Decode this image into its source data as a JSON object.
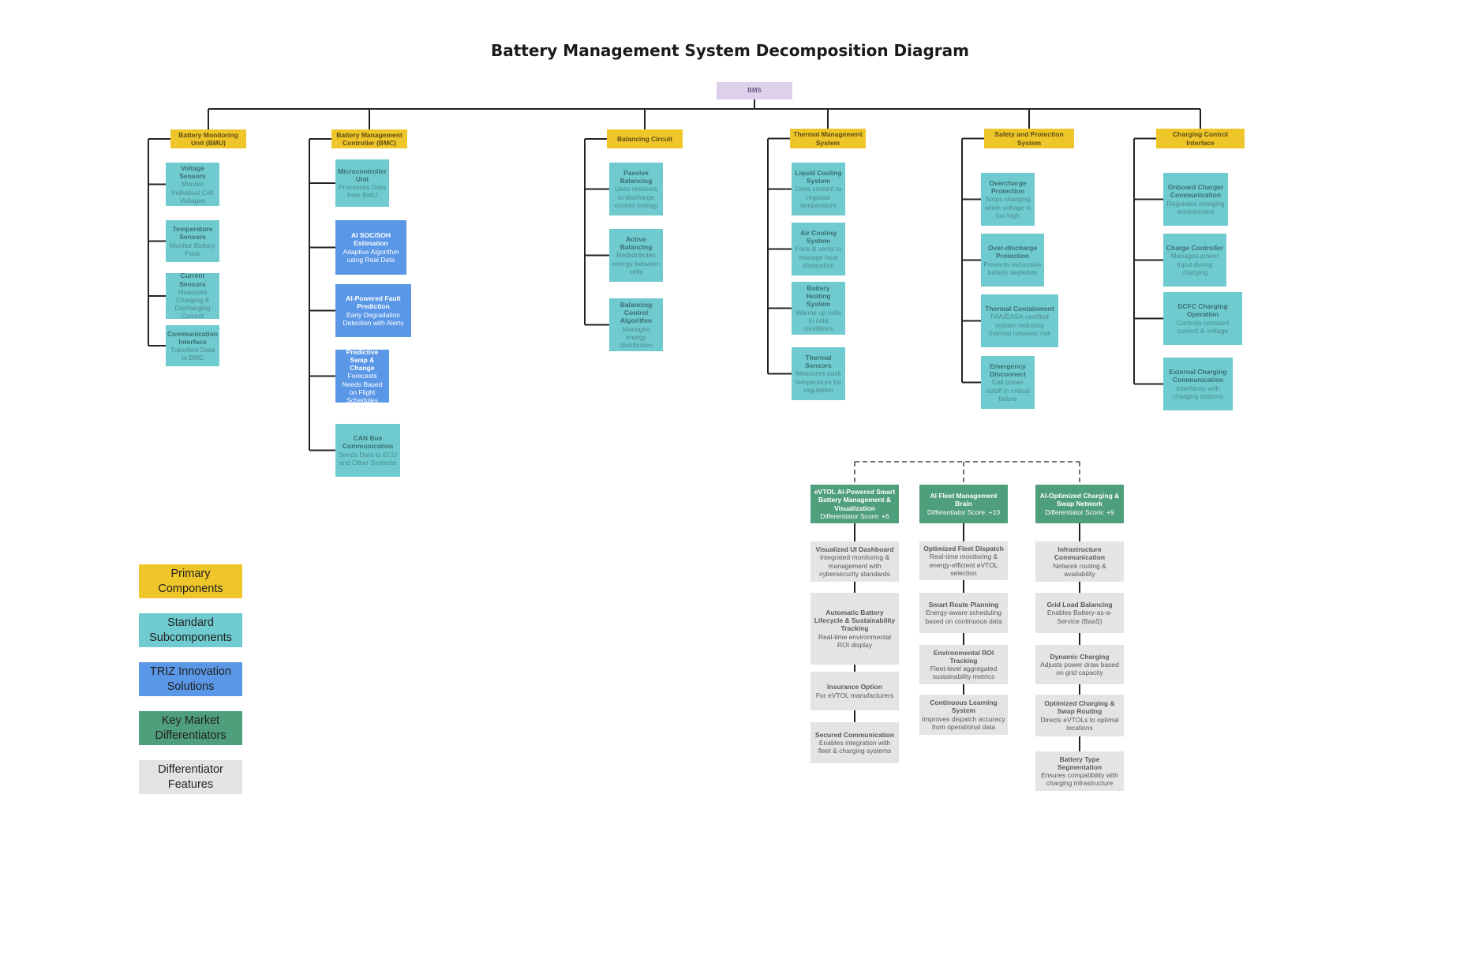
{
  "title": "Battery Management System Decomposition Diagram",
  "root": {
    "label": "BMS"
  },
  "branches": [
    {
      "id": "bmu",
      "title": "Battery Monitoring Unit (BMU)",
      "children": [
        {
          "type": "standard",
          "title": "Voltage Sensors",
          "desc": "Monitor Individual Cell Voltages"
        },
        {
          "type": "standard",
          "title": "Temperature Sensors",
          "desc": "Monitor Battery Pack"
        },
        {
          "type": "standard",
          "title": "Current Sensors",
          "desc": "Measures Charging & Discharging Current"
        },
        {
          "type": "standard",
          "title": "Communication Interface",
          "desc": "Transfers Data to BMC"
        }
      ]
    },
    {
      "id": "bmc",
      "title": "Battery Management Controller (BMC)",
      "children": [
        {
          "type": "standard",
          "title": "Microcontroller Unit",
          "desc": "Processes Data from BMU"
        },
        {
          "type": "triz",
          "title": "AI SOC/SOH Estimation",
          "desc": "Adaptive Algorithm using Real Data"
        },
        {
          "type": "triz",
          "title": "AI-Powered Fault Prediction",
          "desc": "Early Degradation Detection with Alerts"
        },
        {
          "type": "triz",
          "title": "Predictive Swap & Change",
          "desc": "Forecasts Needs Based on Flight Schedules"
        },
        {
          "type": "standard",
          "title": "CAN Bus Communication",
          "desc": "Sends Data to ECU and Other Systems"
        }
      ]
    },
    {
      "id": "balancing",
      "title": "Balancing Circuit",
      "children": [
        {
          "type": "standard",
          "title": "Passive Balancing",
          "desc": "Uses resistors to discharge excess energy"
        },
        {
          "type": "standard",
          "title": "Active Balancing",
          "desc": "Redistributes energy between cells"
        },
        {
          "type": "standard",
          "title": "Balancing Control Algorithm",
          "desc": "Manages energy distribution"
        }
      ]
    },
    {
      "id": "thermal",
      "title": "Thermal Management System",
      "children": [
        {
          "type": "standard",
          "title": "Liquid Cooling System",
          "desc": "Uses coolant to regulate temperature"
        },
        {
          "type": "standard",
          "title": "Air Cooling System",
          "desc": "Fans & vents to manage heat dissipation"
        },
        {
          "type": "standard",
          "title": "Battery Heating System",
          "desc": "Warms up cells in cold conditions"
        },
        {
          "type": "standard",
          "title": "Thermal Sensors",
          "desc": "Measures pack temperature for regulation"
        }
      ]
    },
    {
      "id": "safety",
      "title": "Safety and Protection System",
      "children": [
        {
          "type": "standard",
          "title": "Overcharge Protection",
          "desc": "Stops charging when voltage is too high"
        },
        {
          "type": "standard",
          "title": "Over-discharge Protection",
          "desc": "Prevents excessive battery depletion"
        },
        {
          "type": "standard",
          "title": "Thermal Containment",
          "desc": "FAA/EASA-certified system reducing thermal runaway risk"
        },
        {
          "type": "standard",
          "title": "Emergency Disconnect",
          "desc": "Cell power cutoff in critical failure"
        }
      ]
    },
    {
      "id": "charging",
      "title": "Charging Control Interface",
      "children": [
        {
          "type": "standard",
          "title": "Onboard Charger Communication",
          "desc": "Regulates charging environment"
        },
        {
          "type": "standard",
          "title": "Charge Controller",
          "desc": "Manages power input during charging"
        },
        {
          "type": "standard",
          "title": "DCFC Charging Operation",
          "desc": "Controls constant current & voltage"
        },
        {
          "type": "standard",
          "title": "External Charging Communication",
          "desc": "Interfaces with charging stations"
        }
      ]
    }
  ],
  "differentiators": [
    {
      "id": "evtol",
      "title": "eVTOL AI-Powered Smart Battery Management & Visualization",
      "score": "Differentiator Score: +6",
      "features": [
        {
          "title": "Visualized UI Dashboard",
          "desc": "Integrated monitoring & management with cybersecurity standards"
        },
        {
          "title": "Automatic Battery Lifecycle & Sustainability Tracking",
          "desc": "Real-time environmental ROI display"
        },
        {
          "title": "Insurance Option",
          "desc": "For eVTOL manufacturers"
        },
        {
          "title": "Secured Communication",
          "desc": "Enables integration with fleet & charging systems"
        }
      ]
    },
    {
      "id": "fleet",
      "title": "AI Fleet Management Brain",
      "score": "Differentiator Score: +10",
      "features": [
        {
          "title": "Optimized Fleet Dispatch",
          "desc": "Real-time monitoring & energy-efficient eVTOL selection"
        },
        {
          "title": "Smart Route Planning",
          "desc": "Energy-aware scheduling based on continuous data"
        },
        {
          "title": "Environmental ROI Tracking",
          "desc": "Fleet-level aggregated sustainability metrics"
        },
        {
          "title": "Continuous Learning System",
          "desc": "Improves dispatch accuracy from operational data"
        }
      ]
    },
    {
      "id": "swap",
      "title": "AI-Optimized Charging & Swap Network",
      "score": "Differentiator Score: +9",
      "features": [
        {
          "title": "Infrastructure Communication",
          "desc": "Network routing & availability"
        },
        {
          "title": "Grid Load Balancing",
          "desc": "Enables Battery-as-a-Service (BaaS)"
        },
        {
          "title": "Dynamic Charging",
          "desc": "Adjusts power draw based on grid capacity"
        },
        {
          "title": "Optimized Charging & Swap Routing",
          "desc": "Directs eVTOLs to optimal locations"
        },
        {
          "title": "Battery Type Segmentation",
          "desc": "Ensures compatibility with charging infrastructure"
        }
      ]
    }
  ],
  "legend": [
    {
      "label": "Primary Components",
      "color": "#efc62a"
    },
    {
      "label": "Standard Subcomponents",
      "color": "#6fcbcf"
    },
    {
      "label": "TRIZ Innovation Solutions",
      "color": "#5a97e6"
    },
    {
      "label": "Key Market Differentiators",
      "color": "#4f9e7c"
    },
    {
      "label": "Differentiator Features",
      "color": "#e4e4e4"
    }
  ]
}
